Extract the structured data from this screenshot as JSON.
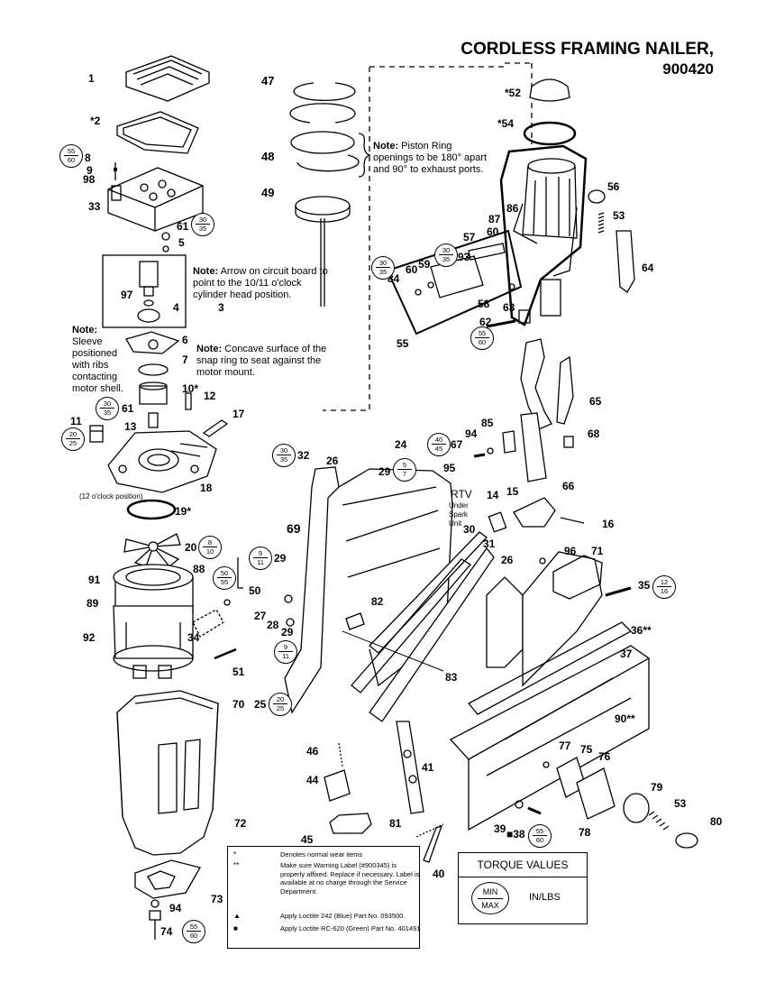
{
  "title": {
    "line1": "CORDLESS FRAMING NAILER,",
    "line2": "900420"
  },
  "notes": {
    "piston_ring": {
      "label": "Note:",
      "text": "Piston Ring openings to be 180° apart and 90° to exhaust ports."
    },
    "arrow": {
      "label": "Note:",
      "text": "Arrow on circuit board to point to the 10/11 o'clock cylinder head position."
    },
    "sleeve": {
      "label": "Note:",
      "text": "Sleeve positioned with ribs contacting motor shell."
    },
    "concave": {
      "label": "Note:",
      "text": "Concave surface of the snap ring to seat against the motor mount."
    },
    "twelve": "(12 o'clock position)",
    "rtv": "RTV",
    "spark": "Under Spark Unit"
  },
  "parts": {
    "p1": "1",
    "p2": "*2",
    "p8": "8",
    "p9": "9",
    "p98": "98",
    "p33": "33",
    "p61": "61",
    "p5": "5",
    "p97": "97",
    "p4": "4",
    "p3": "3",
    "p6": "6",
    "p7": "7",
    "p10": "10*",
    "p12": "12",
    "p61b": "61",
    "p11": "11",
    "p13": "13",
    "p17": "17",
    "p18": "18",
    "p19": "19*",
    "p20": "20",
    "p88": "88",
    "p91": "91",
    "p89": "89",
    "p92": "92",
    "p50": "50",
    "p34": "34",
    "p51": "51",
    "p25": "25",
    "p47": "47",
    "p48": "48",
    "p49": "49",
    "p52": "*52",
    "p54": "*54",
    "p56": "56",
    "p53": "53",
    "p64": "64",
    "p87": "87",
    "p86": "86",
    "p57": "57",
    "p60": "60",
    "p59": "59",
    "p93": "93",
    "p84": "84",
    "p60b": "60",
    "p58": "58",
    "p63": "63",
    "p62": "62",
    "p55": "55",
    "p65": "65",
    "p85": "85",
    "p94": "94",
    "p67": "67",
    "p68": "68",
    "p66": "66",
    "p24": "24",
    "p32": "32",
    "p26": "26",
    "p29": "29",
    "p95": "95",
    "p69": "69",
    "p29b": "29",
    "p14": "14",
    "p15": "15",
    "p16": "16",
    "p30": "30",
    "p31": "31",
    "p26b": "26",
    "p96": "96",
    "p71": "71",
    "p35": "35",
    "p36": "36**",
    "p27": "27",
    "p28": "28",
    "p29c": "29",
    "p82": "82",
    "p83": "83",
    "p37": "37",
    "p90": "90**",
    "p70": "70",
    "p72": "72",
    "p46": "46",
    "p41": "41",
    "p44": "44",
    "p45": "45",
    "p77": "77",
    "p75": "75",
    "p76": "76",
    "p79": "79",
    "p53b": "53",
    "p80": "80",
    "p81": "81",
    "p40": "40",
    "p39": "39",
    "p38": "■38",
    "p78": "78",
    "p73": "73",
    "p94b": "94",
    "p74": "74"
  },
  "torques": {
    "t8": [
      "55",
      "60"
    ],
    "t61": [
      "30",
      "35"
    ],
    "t61b": [
      "30",
      "35"
    ],
    "t11": [
      "20",
      "25"
    ],
    "t20": [
      "8",
      "10"
    ],
    "t88": [
      "50",
      "55"
    ],
    "t25": [
      "20",
      "25"
    ],
    "t84": [
      "30",
      "35"
    ],
    "t93": [
      "30",
      "35"
    ],
    "t62": [
      "55",
      "60"
    ],
    "t67": [
      "40",
      "45"
    ],
    "t32": [
      "30",
      "35"
    ],
    "t29": [
      "5",
      "7"
    ],
    "t29b": [
      "9",
      "11"
    ],
    "t29c": [
      "9",
      "11"
    ],
    "t35": [
      "12",
      "16"
    ],
    "t38": [
      "55",
      "60"
    ],
    "t74": [
      "55",
      "60"
    ]
  },
  "legend": {
    "star": "*",
    "star_text": "Denotes normal wear items",
    "dstar": "**",
    "dstar_text": "Make sure Warning Label (#900345) is properly affixed. Replace if necessary. Label is available at no charge through the Service Department.",
    "tri": "▲",
    "tri_text": "Apply Loctite 242 (Blue) Part No. 093500.",
    "sq": "■",
    "sq_text": "Apply Loctite RC-620 (Green) Part No. 401491"
  },
  "torque_box": {
    "header": "TORQUE VALUES",
    "min": "MIN",
    "max": "MAX",
    "unit": "IN/LBS"
  }
}
